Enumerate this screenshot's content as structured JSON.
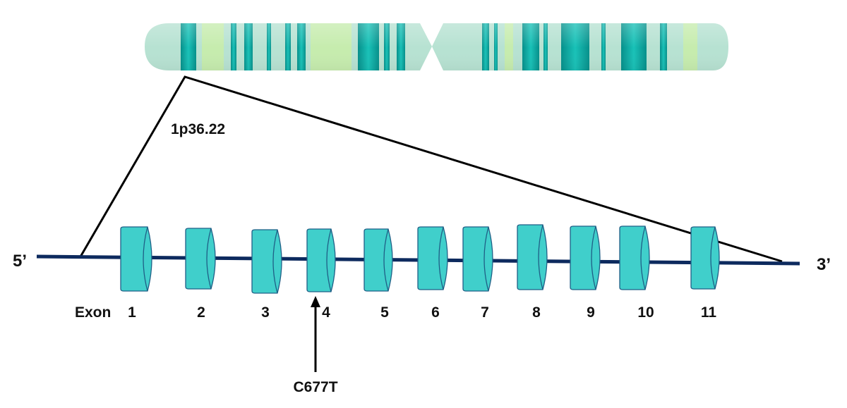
{
  "colors": {
    "chromosome_base": "#b7e2d2",
    "band_dark": "#0aa8a0",
    "band_light": "#c6ecae",
    "dna_line": "#0d2a5e",
    "exon_fill": "#40cfcb",
    "exon_stroke": "#1f5f86",
    "line": "#000000"
  },
  "labels": {
    "locus": "1p36.22",
    "five_prime": "5’",
    "three_prime": "3’",
    "exon_word": "Exon",
    "mutation": "C677T"
  },
  "exons": [
    {
      "number": "1"
    },
    {
      "number": "2"
    },
    {
      "number": "3"
    },
    {
      "number": "4"
    },
    {
      "number": "5"
    },
    {
      "number": "6"
    },
    {
      "number": "7"
    },
    {
      "number": "8"
    },
    {
      "number": "9"
    },
    {
      "number": "10"
    },
    {
      "number": "11"
    }
  ]
}
